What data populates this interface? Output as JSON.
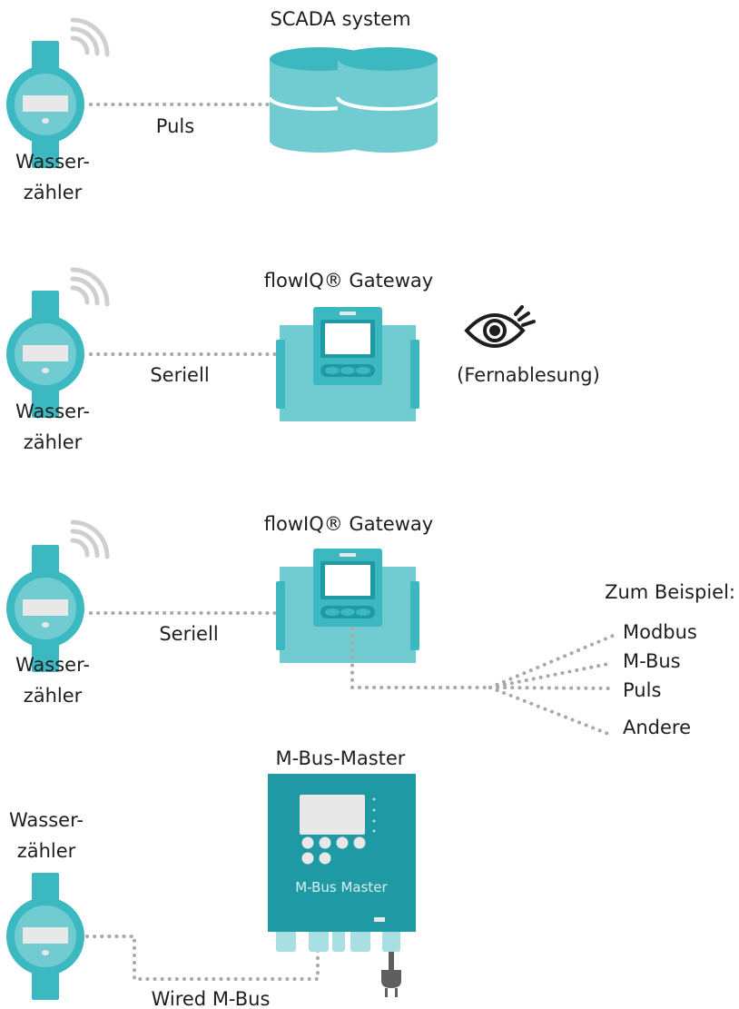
{
  "colors": {
    "teal": "#71ccd2",
    "teal_dark": "#3cb8c0",
    "teal_deep": "#1f9aa4",
    "screen": "#e8e8e8",
    "dots": "#a9a9a9",
    "text": "#1e1e1e"
  },
  "row1": {
    "meter_label_1": "Wasser-",
    "meter_label_2": "zähler",
    "connection": "Puls",
    "target": "SCADA system"
  },
  "row2": {
    "meter_label_1": "Wasser-",
    "meter_label_2": "zähler",
    "connection": "Seriell",
    "target": "flowIQ® Gateway",
    "remote": "(Fernablesung)"
  },
  "row3": {
    "meter_label_1": "Wasser-",
    "meter_label_2": "zähler",
    "connection": "Seriell",
    "target": "flowIQ® Gateway",
    "example_heading": "Zum Beispiel:",
    "outputs": [
      "Modbus",
      "M-Bus",
      "Puls",
      "Andere"
    ]
  },
  "row4": {
    "meter_label_1": "Wasser-",
    "meter_label_2": "zähler",
    "connection": "Wired M-Bus",
    "target": "M-Bus-Master",
    "device_text": "M-Bus Master"
  },
  "icons": [
    "water-meter-icon",
    "wireless-signal-icon",
    "database-icon",
    "gateway-icon",
    "eye-icon",
    "mbus-master-icon",
    "power-plug-icon"
  ]
}
